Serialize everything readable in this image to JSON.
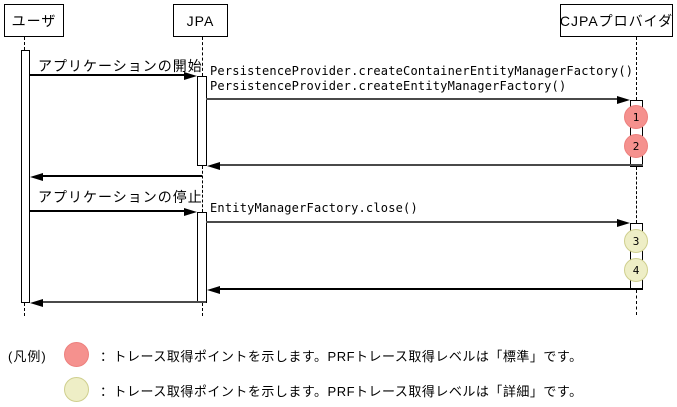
{
  "colors": {
    "trace_standard": "#f5918e",
    "trace_detail": "#eeeec6",
    "line": "#000000",
    "background": "#ffffff"
  },
  "actors": [
    {
      "label": "ユーザ"
    },
    {
      "label": "JPA"
    },
    {
      "label": "CJPAプロバイダ"
    }
  ],
  "messages": {
    "app_start": "アプリケーションの開始",
    "create_container_emf": "PersistenceProvider.createContainerEntityManagerFactory()",
    "create_emf": "PersistenceProvider.createEntityManagerFactory()",
    "app_stop": "アプリケーションの停止",
    "emf_close": "EntityManagerFactory.close()"
  },
  "trace_points": [
    {
      "number": "1",
      "level": "標準"
    },
    {
      "number": "2",
      "level": "標準"
    },
    {
      "number": "3",
      "level": "詳細"
    },
    {
      "number": "4",
      "level": "詳細"
    }
  ],
  "legend": {
    "title": "(凡例)",
    "items": [
      {
        "text": "：トレース取得ポイントを示します。PRFトレース取得レベルは「標準」です。"
      },
      {
        "text": "：トレース取得ポイントを示します。PRFトレース取得レベルは「詳細」です。"
      }
    ]
  }
}
